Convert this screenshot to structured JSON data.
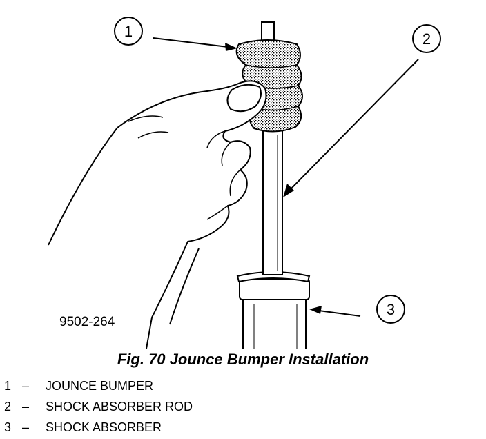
{
  "callouts": [
    {
      "number": "1"
    },
    {
      "number": "2"
    },
    {
      "number": "3"
    }
  ],
  "figure_code": "9502-264",
  "caption": "Fig. 70 Jounce Bumper Installation",
  "legend": [
    {
      "number": "1",
      "separator": "–",
      "label": "JOUNCE BUMPER"
    },
    {
      "number": "2",
      "separator": "–",
      "label": "SHOCK ABSORBER ROD"
    },
    {
      "number": "3",
      "separator": "–",
      "label": "SHOCK ABSORBER"
    }
  ],
  "colors": {
    "ink": "#000000",
    "paper": "#ffffff",
    "bumper_fill": "#9a9a9a"
  }
}
